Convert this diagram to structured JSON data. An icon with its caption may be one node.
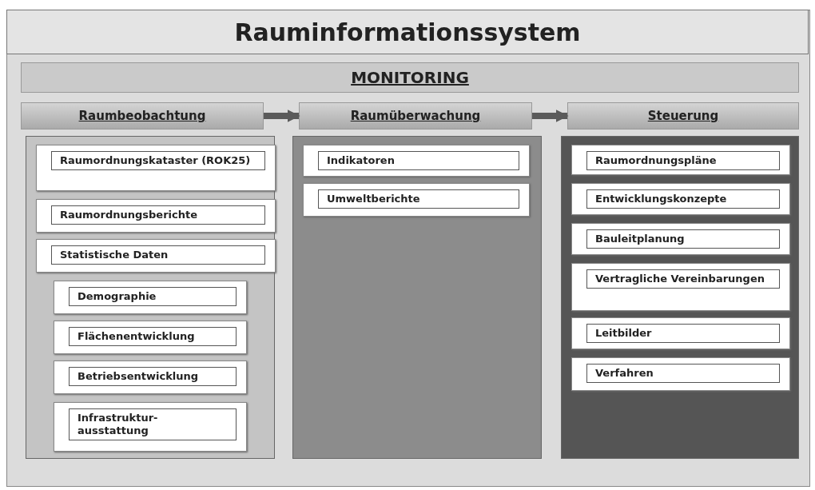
{
  "diagram": {
    "title": "Rauminformationssystem",
    "nodes": [
      {
        "text": [
          "MONITORING"
        ]
      },
      {
        "text": [
          "Raumbeobachtung"
        ]
      },
      {
        "text": [
          "Raumüberwachung"
        ]
      },
      {
        "text": [
          "Steuerung"
        ]
      },
      {
        "text": [],
        "shape": "box"
      },
      {
        "text": [
          "Raumordnungskataster (ROK25)"
        ],
        "in": 4
      },
      {
        "text": [
          "Raumordnungsberichte"
        ],
        "in": 4
      },
      {
        "text": [
          "Statistische Daten"
        ],
        "in": 4
      },
      {
        "text": [
          "Demographie"
        ],
        "in": 4
      },
      {
        "text": [
          "Flächenentwicklung"
        ],
        "in": 4
      },
      {
        "text": [
          "Betriebsentwicklung"
        ],
        "in": 4
      },
      {
        "text": [
          "Infrastruktur- ausstattung"
        ],
        "in": 4
      },
      {
        "text": [],
        "shape": "box"
      },
      {
        "text": [
          "Indikatoren"
        ],
        "in": 12
      },
      {
        "text": [
          "Umweltberichte"
        ],
        "in": 12
      },
      {
        "text": [],
        "shape": "box"
      },
      {
        "text": [
          "Raumordnungspläne"
        ],
        "in": 15
      },
      {
        "text": [
          "Entwicklungskonzepte"
        ],
        "in": 15
      },
      {
        "text": [
          "Bauleitplanung"
        ],
        "in": 15
      },
      {
        "text": [
          "Vertragliche Vereinbarungen"
        ],
        "in": 15
      },
      {
        "text": [
          "Leitbilder"
        ],
        "in": 15
      },
      {
        "text": [
          "Verfahren"
        ],
        "in": 15
      }
    ],
    "edges": [
      {
        "from": 1,
        "to": 2,
        "arrow": "to"
      },
      {
        "from": 2,
        "to": 3,
        "arrow": "to"
      }
    ]
  }
}
